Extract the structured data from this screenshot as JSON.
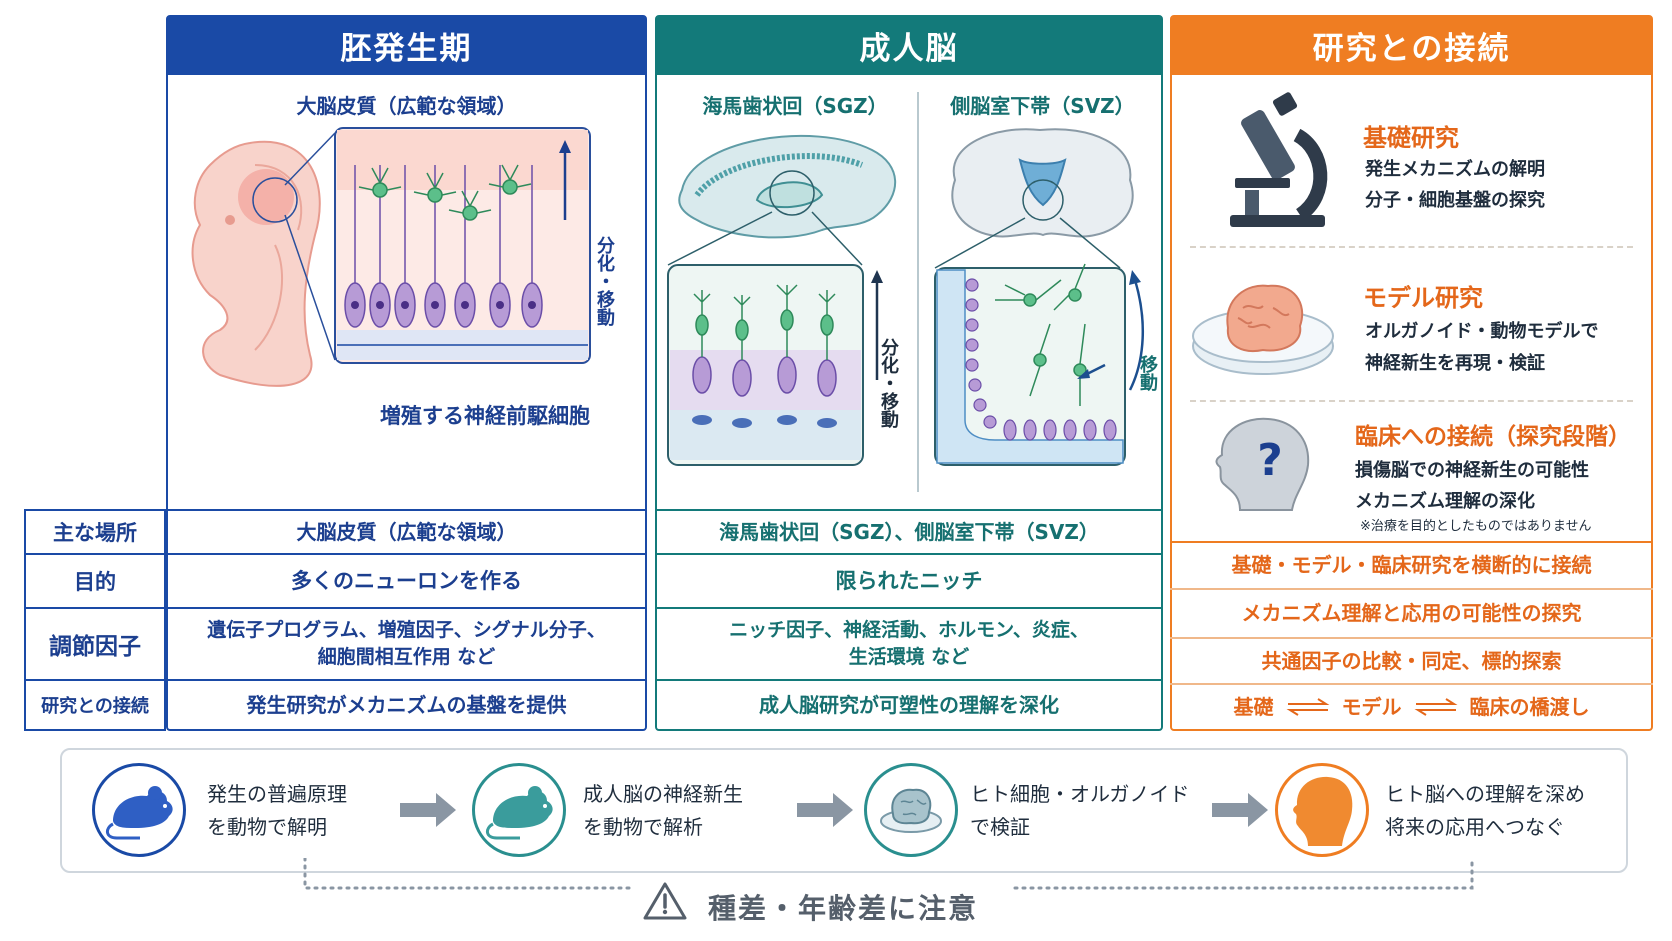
{
  "columns": {
    "embryo": {
      "title": "胚発生期",
      "subtitle": "大脳皮質（広範な領域）",
      "caption": "増殖する神経前駆細胞",
      "arrow_label": "分化・移動"
    },
    "adult": {
      "title": "成人脳",
      "sgz_label": "海馬歯状回（SGZ）",
      "svz_label": "側脳室下帯（SVZ）",
      "sgz_arrow_label": "分化・移動",
      "svz_arrow_label": "移動"
    },
    "research": {
      "title": "研究との接続",
      "cards": [
        {
          "title": "基礎研究",
          "line1": "発生メカニズムの解明",
          "line2": "分子・細胞基盤の探究",
          "icon": "microscope-icon"
        },
        {
          "title": "モデル研究",
          "line1": "オルガノイド・動物モデルで",
          "line2": "神経新生を再現・検証",
          "icon": "organoid-dish-icon"
        },
        {
          "title": "臨床への接続（探究段階）",
          "line1": "損傷脳での神経新生の可能性",
          "line2": "メカニズム理解の深化",
          "note": "※治療を目的としたものではありません",
          "icon": "head-question-icon"
        }
      ]
    }
  },
  "table": {
    "rows": [
      {
        "label": "主な場所",
        "embryo": "大脳皮質（広範な領域）",
        "adult": "海馬歯状回（SGZ）、側脳室下帯（SVZ）",
        "research": "基礎・モデル・臨床研究を横断的に接続"
      },
      {
        "label": "目的",
        "embryo": "多くのニューロンを作る",
        "adult": "限られたニッチ",
        "research": "メカニズム理解と応用の可能性の探究"
      },
      {
        "label": "調節因子",
        "embryo_l1": "遺伝子プログラム、増殖因子、シグナル分子、",
        "embryo_l2": "細胞間相互作用 など",
        "adult_l1": "ニッチ因子、神経活動、ホルモン、炎症、",
        "adult_l2": "生活環境 など",
        "research": "共通因子の比較・同定、標的探索"
      },
      {
        "label": "研究との接続",
        "embryo": "発生研究がメカニズムの基盤を提供",
        "adult": "成人脳研究が可塑性の理解を深化",
        "research_a": "基礎",
        "research_b": "モデル",
        "research_c": "臨床の橋渡し"
      }
    ]
  },
  "flow": {
    "steps": [
      {
        "line1": "発生の普遍原理",
        "line2": "を動物で解明",
        "icon": "mouse-icon",
        "color": "#1a4aa6"
      },
      {
        "line1": "成人脳の神経新生",
        "line2": "を動物で解析",
        "icon": "mouse-icon",
        "color": "#2a8f8f"
      },
      {
        "line1": "ヒト細胞・オルガノイド",
        "line2": "で検証",
        "icon": "organoid-icon",
        "color": "#2a8f8f"
      },
      {
        "line1": "ヒト脳への理解を深め",
        "line2": "将来の応用へつなぐ",
        "icon": "human-head-icon",
        "color": "#ef7d22"
      }
    ],
    "caution": "種差・年齢差に注意"
  },
  "colors": {
    "blue": "#1a4aa6",
    "teal": "#137a7a",
    "orange": "#ef7d22"
  }
}
